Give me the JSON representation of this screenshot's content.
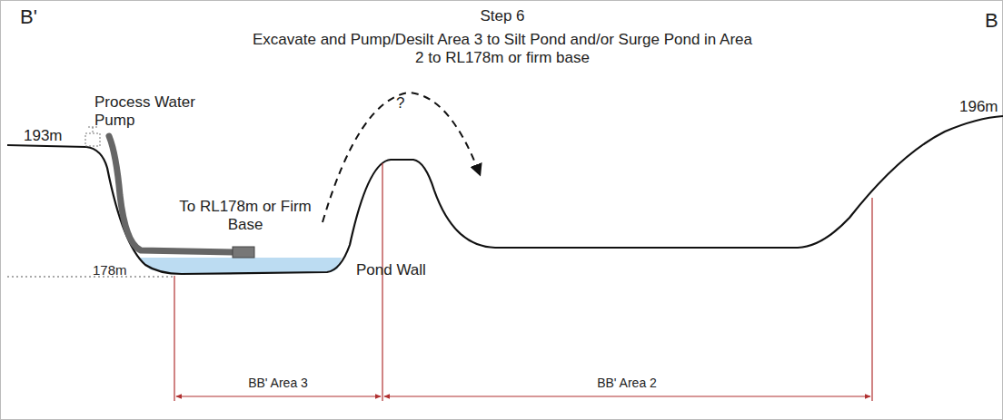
{
  "diagram": {
    "title": "Step 6",
    "labels": [
      "B'",
      "B",
      "Excavate and Pump/Desilt Area 3 to Silt Pond and/or Surge Pond in Area 2 to RL178m or firm base",
      "?",
      "196m",
      "193m",
      "Process Water Pump",
      "To RL178m or Firm Base",
      "178m",
      "Pond Wall",
      "BB' Area 3",
      "BB' Area 2"
    ]
  }
}
